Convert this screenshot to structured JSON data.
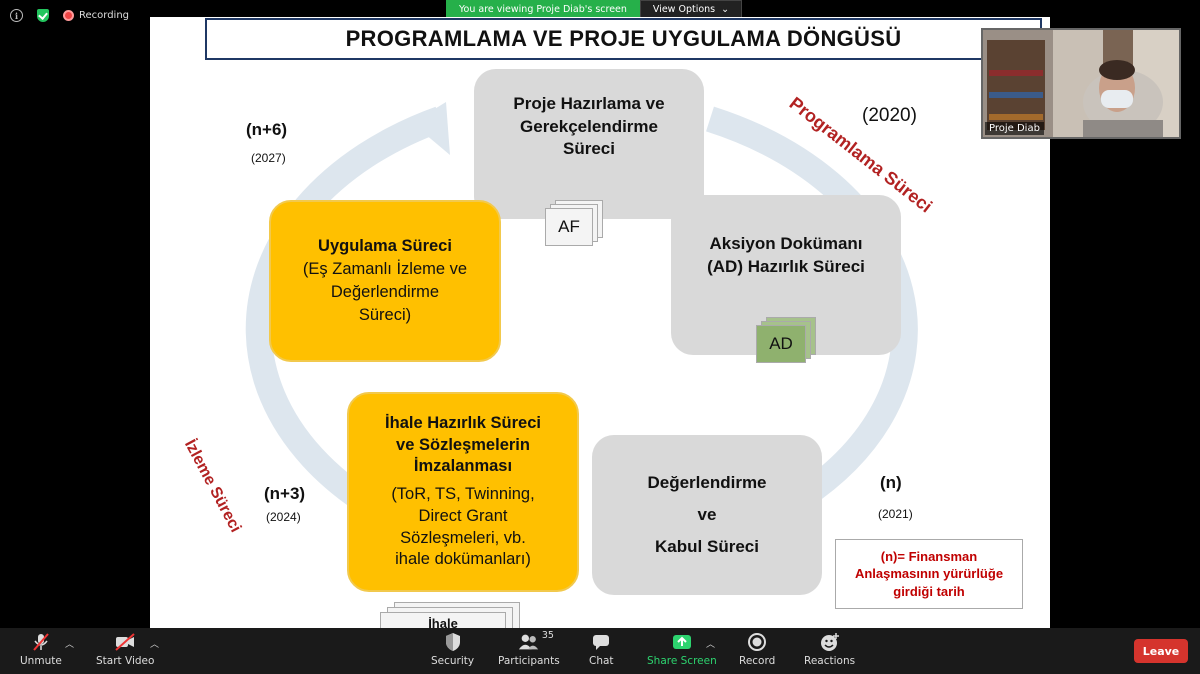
{
  "status": {
    "recording_label": "Recording"
  },
  "banner": {
    "viewing_text": "You are viewing Proje Diab's screen",
    "view_options_label": "View Options"
  },
  "slide": {
    "title": "PROGRAMLAMA VE PROJE UYGULAMA DÖNGÜSÜ",
    "box_proje": [
      "Proje Hazırlama ve",
      "Gerekçelendirme",
      "Süreci"
    ],
    "box_aksiyon": [
      "Aksiyon Dokümanı",
      "(AD) Hazırlık Süreci"
    ],
    "box_degerlendirme": [
      "Değerlendirme",
      "ve",
      "Kabul Süreci"
    ],
    "box_ihale": [
      "İhale Hazırlık Süreci",
      "ve Sözleşmelerin",
      "İmzalanması"
    ],
    "box_ihale_detail": [
      "(ToR, TS, Twinning,",
      "Direct Grant",
      "Sözleşmeleri, vb.",
      "ihale dokümanları)"
    ],
    "box_uygulama_title": "Uygulama Süreci",
    "box_uygulama_detail": [
      "(Eş Zamanlı İzleme ve",
      "Değerlendirme",
      "Süreci)"
    ],
    "doc_af": "AF",
    "doc_ad": "AD",
    "doc_ihale": "İhale",
    "label_n6": "(n+6)",
    "label_2027": "(2027)",
    "label_2020": "(2020)",
    "label_n3": "(n+3)",
    "label_2024": "(2024)",
    "label_n": "(n)",
    "label_2021": "(2021)",
    "programlama_sureci": "Programlama Süreci",
    "izleme_sureci": "İzleme Süreci",
    "note": [
      "(n)= Finansman",
      "Anlaşmasının yürürlüğe",
      "girdiği tarih"
    ]
  },
  "video": {
    "participant_name": "Proje Diab"
  },
  "toolbar": {
    "unmute": "Unmute",
    "start_video": "Start Video",
    "security": "Security",
    "participants": "Participants",
    "participants_count": "35",
    "chat": "Chat",
    "share_screen": "Share Screen",
    "record": "Record",
    "reactions": "Reactions",
    "leave": "Leave"
  }
}
